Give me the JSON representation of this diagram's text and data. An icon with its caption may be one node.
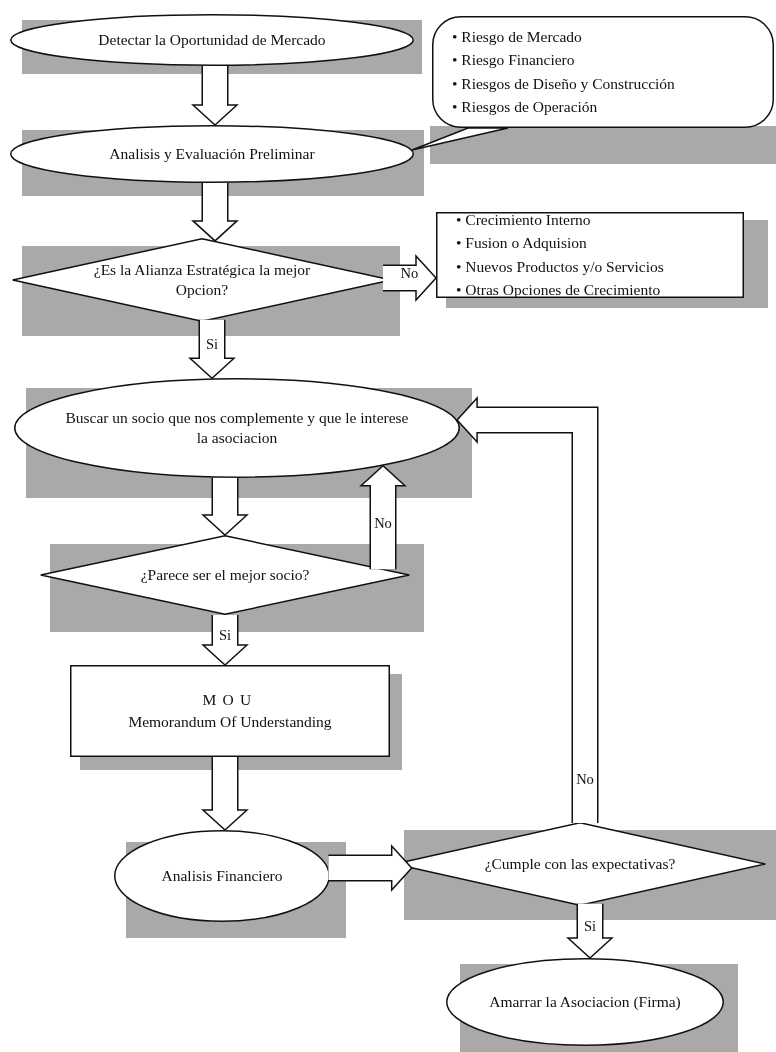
{
  "diagram": {
    "nodes": [
      {
        "text": [
          "Detectar la Oportunidad de Mercado"
        ]
      },
      {
        "text": [
          "• Riesgo de Mercado",
          "• Riesgo Financiero",
          "• Riesgos de Diseño y Construcción",
          "• Riesgos de Operación"
        ]
      },
      {
        "text": [
          "Analisis y Evaluación Preliminar"
        ]
      },
      {
        "text": [
          "¿Es la Alianza Estratégica la mejor Opcion?"
        ]
      },
      {
        "text": [
          "• Crecimiento Interno",
          "• Fusion o Adquision",
          "• Nuevos Productos y/o Servicios",
          "• Otras Opciones de Crecimiento"
        ]
      },
      {
        "text": [
          "Buscar un socio que nos complemente y que le interese la asociacion"
        ]
      },
      {
        "text": [
          "¿Parece ser el mejor socio?"
        ]
      },
      {
        "text": [
          "MOU",
          "Memorandum Of Understanding"
        ]
      },
      {
        "text": [
          "Analisis Financiero"
        ]
      },
      {
        "text": [
          "¿Cumple con las expectativas?"
        ]
      },
      {
        "text": [
          "Amarrar la Asociacion (Firma)"
        ]
      }
    ],
    "edges": [
      {
        "from": 0,
        "to": 2,
        "arrow": "to"
      },
      {
        "from": 1,
        "to": 2,
        "arrow": "none"
      },
      {
        "from": 2,
        "to": 3,
        "arrow": "to"
      },
      {
        "from": 3,
        "to": 4,
        "arrow": "to",
        "label": "No"
      },
      {
        "from": 3,
        "to": 5,
        "arrow": "to",
        "label": "Si"
      },
      {
        "from": 5,
        "to": 6,
        "arrow": "to"
      },
      {
        "from": 6,
        "to": 5,
        "arrow": "to",
        "label": "No"
      },
      {
        "from": 6,
        "to": 7,
        "arrow": "to",
        "label": "Si"
      },
      {
        "from": 7,
        "to": 8,
        "arrow": "to"
      },
      {
        "from": 8,
        "to": 9,
        "arrow": "to"
      },
      {
        "from": 9,
        "to": 5,
        "arrow": "to",
        "label": "No"
      },
      {
        "from": 9,
        "to": 10,
        "arrow": "to",
        "label": "Si"
      }
    ]
  }
}
